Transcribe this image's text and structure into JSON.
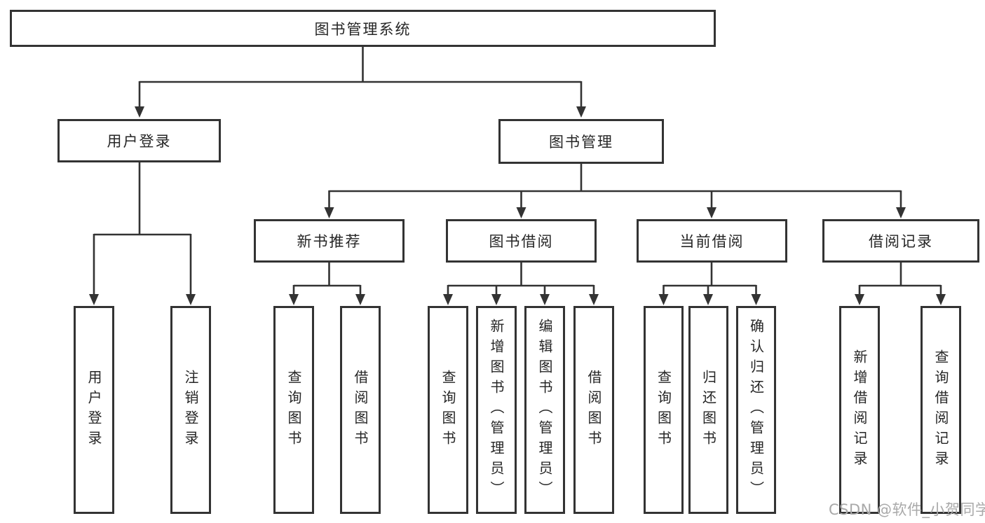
{
  "diagram": {
    "title": "图书管理系统",
    "root": "图书管理系统",
    "level2": [
      "用户登录",
      "图书管理"
    ],
    "level3": [
      "新书推荐",
      "图书借阅",
      "当前借阅",
      "借阅记录"
    ],
    "leaves": {
      "login": [
        "用户登录",
        "注销登录"
      ],
      "recommend": [
        "查询图书",
        "借阅图书"
      ],
      "borrow": [
        "查询图书",
        "新增图书（管理员）",
        "编辑图书（管理员）",
        "借阅图书"
      ],
      "current": [
        "查询图书",
        "归还图书",
        "确认归还（管理员）"
      ],
      "records": [
        "新增借阅记录",
        "查询借阅记录"
      ]
    }
  },
  "watermark": "CSDN @软件_小贺同学",
  "colors": {
    "line": "#333333",
    "text": "#262626",
    "watermark": "#a9a9a9",
    "background": "#ffffff"
  }
}
